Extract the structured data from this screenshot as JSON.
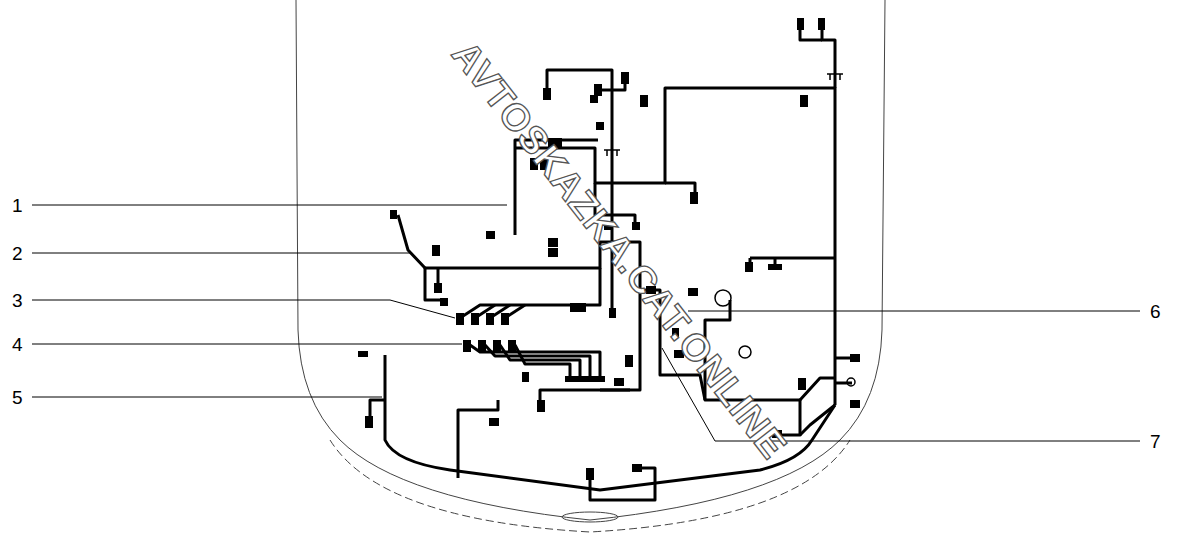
{
  "diagram": {
    "labels": [
      "1",
      "2",
      "3",
      "4",
      "5",
      "6",
      "7",
      "AVTOSKAZKA.CAT.ONLINE"
    ]
  }
}
